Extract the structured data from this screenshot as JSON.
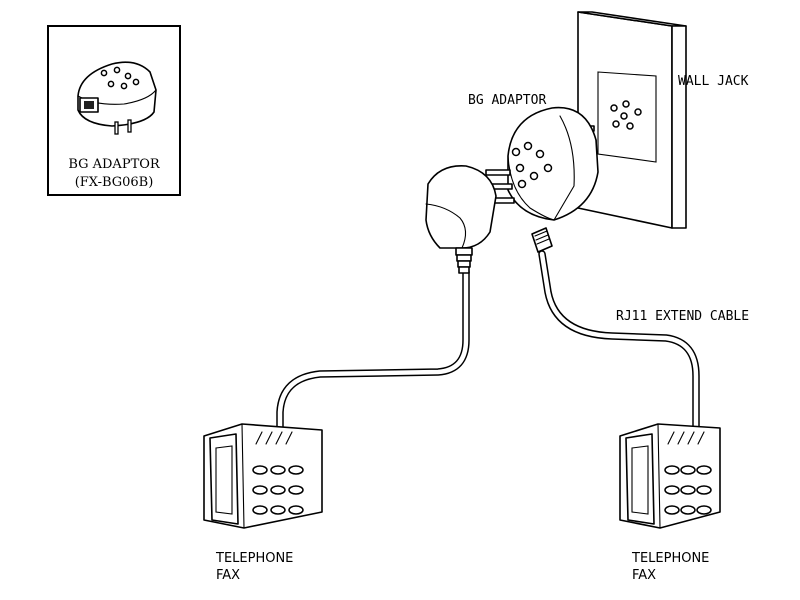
{
  "inset": {
    "label_line1": "BG ADAPTOR",
    "label_line2": "(FX-BG06B)"
  },
  "labels": {
    "bg_adaptor": "BG ADAPTOR",
    "wall_jack": "WALL JACK",
    "rj11_cable": "RJ11 EXTEND CABLE",
    "phone_left_line1": "TELEPHONE",
    "phone_left_line2": "FAX",
    "phone_right_line1": "TELEPHONE",
    "phone_right_line2": "FAX"
  }
}
